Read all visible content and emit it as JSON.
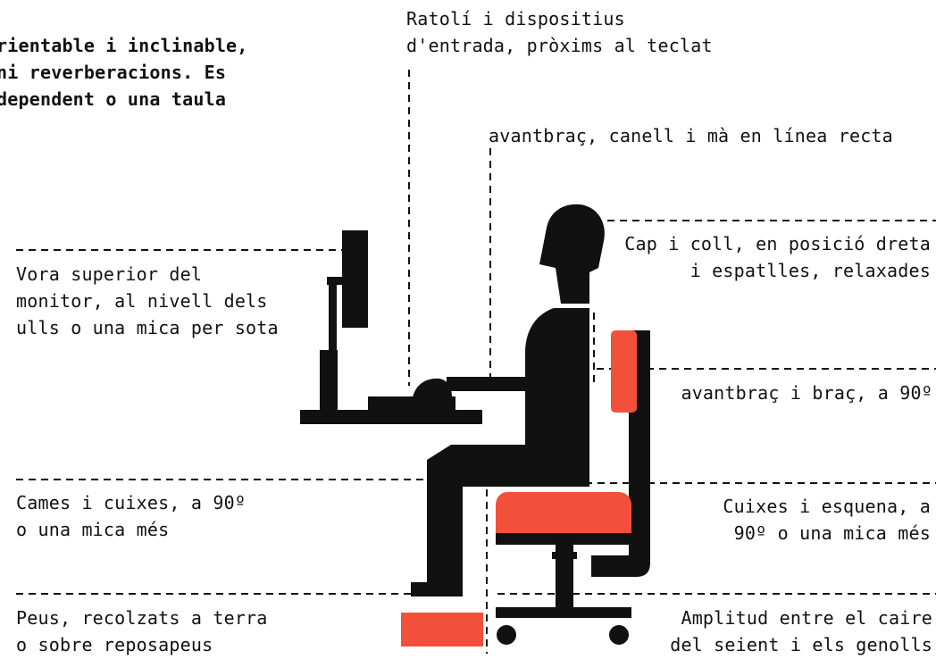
{
  "colors": {
    "figure": "#111111",
    "accent": "#f2503a",
    "background": "#ffffff"
  },
  "labels": {
    "top_left": [
      "rientable i inclinable,",
      "ni reverberacions. Es",
      "dependent o una taula"
    ],
    "mouse": [
      "Ratolí i dispositius",
      "d'entrada, pròxims al teclat"
    ],
    "wrist": [
      "avantbraç, canell i mà en línea recta"
    ],
    "head": [
      "Cap i coll, en posició dreta",
      "i espatlles, relaxades"
    ],
    "monitor": [
      "Vora superior del",
      "monitor, al nivell dels",
      "ulls o una mica per sota"
    ],
    "elbow": [
      "avantbraç i braç, a 90º"
    ],
    "legs": [
      "Cames i cuixes, a 90º",
      "o una mica més"
    ],
    "back": [
      "Cuixes i esquena, a",
      "90º o una mica més"
    ],
    "feet": [
      "Peus, recolzats a terra",
      "o sobre reposapeus"
    ],
    "seat": [
      "Amplitud entre el caire",
      "del seient i els genolls"
    ]
  }
}
